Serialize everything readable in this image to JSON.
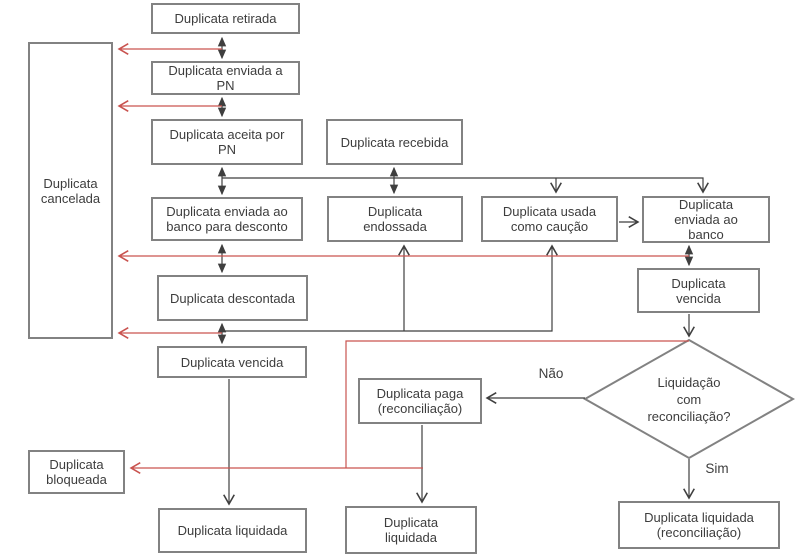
{
  "diagram": {
    "language": "pt-BR",
    "type": "state-flowchart",
    "colors": {
      "box_border": "#828282",
      "text": "#3d3d3d",
      "connector_black": "#3f3f3f",
      "connector_red": "#c9534f"
    },
    "nodes": {
      "retirada": {
        "label": "Duplicata retirada"
      },
      "cancelada": {
        "label": "Duplicata\ncancelada"
      },
      "enviada_pn": {
        "label": "Duplicata enviada a\nPN"
      },
      "aceita_pn": {
        "label": "Duplicata aceita por\nPN"
      },
      "recebida": {
        "label": "Duplicata recebida"
      },
      "enviada_banco_desconto": {
        "label": "Duplicata enviada ao\nbanco para desconto"
      },
      "endossada": {
        "label": "Duplicata\nendossada"
      },
      "usada_caucao": {
        "label": "Duplicata usada\ncomo caução"
      },
      "enviada_banco": {
        "label": "Duplicata\nenviada ao\nbanco"
      },
      "descontada": {
        "label": "Duplicata descontada"
      },
      "vencida_direita": {
        "label": "Duplicata\nvencida"
      },
      "vencida_esquerda": {
        "label": "Duplicata vencida"
      },
      "paga": {
        "label": "Duplicata paga\n(reconciliação)"
      },
      "bloqueada": {
        "label": "Duplicata\nbloqueada"
      },
      "liquidada_esquerda": {
        "label": "Duplicata liquidada"
      },
      "liquidada_centro": {
        "label": "Duplicata\nliquidada"
      },
      "liquidada_reconciliacao": {
        "label": "Duplicata liquidada\n(reconciliação)"
      },
      "decisao": {
        "label": "Liquidação\ncom\nreconciliação?"
      }
    },
    "edge_labels": {
      "nao": "Não",
      "sim": "Sim"
    },
    "edges": [
      {
        "from": "retirada",
        "to": "enviada_pn",
        "style": "double-arrow"
      },
      {
        "from": "enviada_pn",
        "to": "aceita_pn",
        "style": "double-arrow"
      },
      {
        "from": "aceita_pn",
        "to": "enviada_banco_desconto",
        "style": "double-arrow"
      },
      {
        "from": "enviada_banco_desconto",
        "to": "descontada",
        "style": "double-arrow"
      },
      {
        "from": "descontada",
        "to": "vencida_esquerda",
        "style": "double-arrow"
      },
      {
        "from": "recebida",
        "to": "endossada",
        "style": "double-arrow"
      },
      {
        "from": "enviada_banco",
        "to": "vencida_direita",
        "style": "double-arrow"
      },
      {
        "from": "aceita_pn",
        "to": "usada_caucao",
        "style": "arrow"
      },
      {
        "from": "aceita_pn",
        "to": "enviada_banco",
        "style": "arrow"
      },
      {
        "from": "vencida_esquerda",
        "to": "endossada",
        "style": "arrow"
      },
      {
        "from": "vencida_esquerda",
        "to": "usada_caucao",
        "style": "arrow"
      },
      {
        "from": "usada_caucao",
        "to": "enviada_banco",
        "style": "arrow"
      },
      {
        "from": "vencida_esquerda",
        "to": "liquidada_esquerda",
        "style": "arrow"
      },
      {
        "from": "vencida_direita",
        "to": "decisao",
        "style": "arrow"
      },
      {
        "from": "decisao",
        "to": "paga",
        "label": "Não",
        "style": "arrow"
      },
      {
        "from": "decisao",
        "to": "liquidada_reconciliacao",
        "label": "Sim",
        "style": "arrow"
      },
      {
        "from": "paga",
        "to": "liquidada_centro",
        "style": "arrow"
      },
      {
        "from": "retirada",
        "to": "cancelada",
        "style": "red-arrow"
      },
      {
        "from": "enviada_pn",
        "to": "cancelada",
        "style": "red-arrow"
      },
      {
        "from": "enviada_banco",
        "to": "cancelada",
        "style": "red-arrow"
      },
      {
        "from": "descontada",
        "to": "cancelada",
        "style": "red-arrow"
      },
      {
        "from": "decisao",
        "to": "bloqueada",
        "style": "red-arrow"
      }
    ]
  }
}
